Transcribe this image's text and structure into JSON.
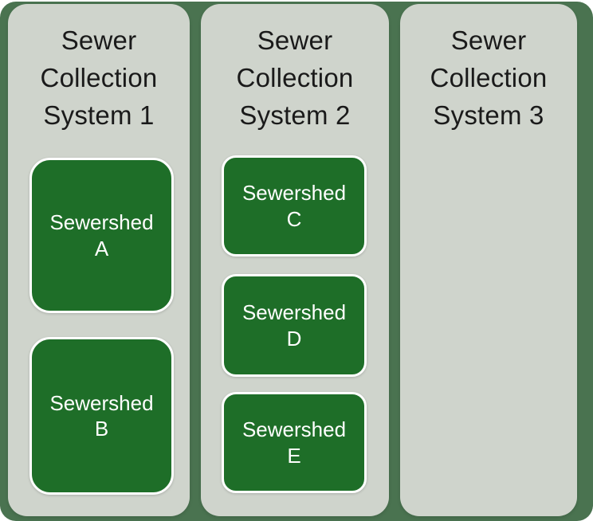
{
  "colors": {
    "page_background": "#ffffff",
    "backdrop_green": "#4a7350",
    "column_background": "#cfd4cc",
    "sewershed_box_green": "#1e6e28",
    "sewershed_box_border": "#ffffff",
    "title_text": "#1a1a1a",
    "box_text": "#ffffff"
  },
  "diagram": {
    "columns": [
      {
        "title": "Sewer Collection System 1",
        "boxes": [
          {
            "label": "Sewershed A"
          },
          {
            "label": "Sewershed B"
          }
        ]
      },
      {
        "title": "Sewer Collection System 2",
        "boxes": [
          {
            "label": "Sewershed C"
          },
          {
            "label": "Sewershed D"
          },
          {
            "label": "Sewershed E"
          }
        ]
      },
      {
        "title": "Sewer Collection System 3",
        "boxes": []
      }
    ]
  }
}
